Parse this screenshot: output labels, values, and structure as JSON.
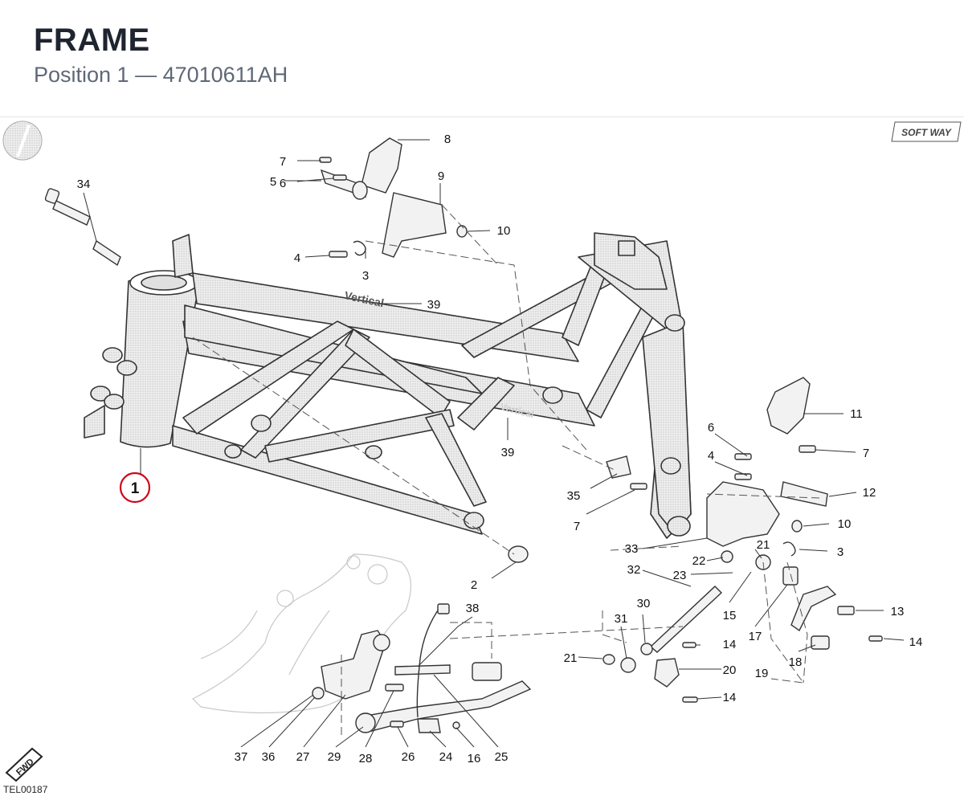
{
  "header": {
    "title": "FRAME",
    "subtitle": "Position 1 — 47010611AH"
  },
  "footer": {
    "code": "TEL00187"
  },
  "logos": {
    "left": "ducati-roundel-icon",
    "right": "SOFT WAY",
    "bottom": "FWD"
  },
  "frame_label": "Vertical",
  "selected_callout": "1",
  "callouts": [
    "1",
    "2",
    "3",
    "3",
    "4",
    "4",
    "5",
    "6",
    "6",
    "7",
    "7",
    "7",
    "8",
    "9",
    "10",
    "10",
    "11",
    "12",
    "13",
    "14",
    "14",
    "14",
    "15",
    "16",
    "17",
    "18",
    "19",
    "20",
    "21",
    "21",
    "22",
    "23",
    "24",
    "25",
    "26",
    "27",
    "28",
    "29",
    "30",
    "31",
    "32",
    "33",
    "34",
    "35",
    "36",
    "37",
    "38",
    "39",
    "39"
  ],
  "colors": {
    "accent": "#d0021b",
    "line": "#333333",
    "frame_fill": "#e8e8e8"
  }
}
